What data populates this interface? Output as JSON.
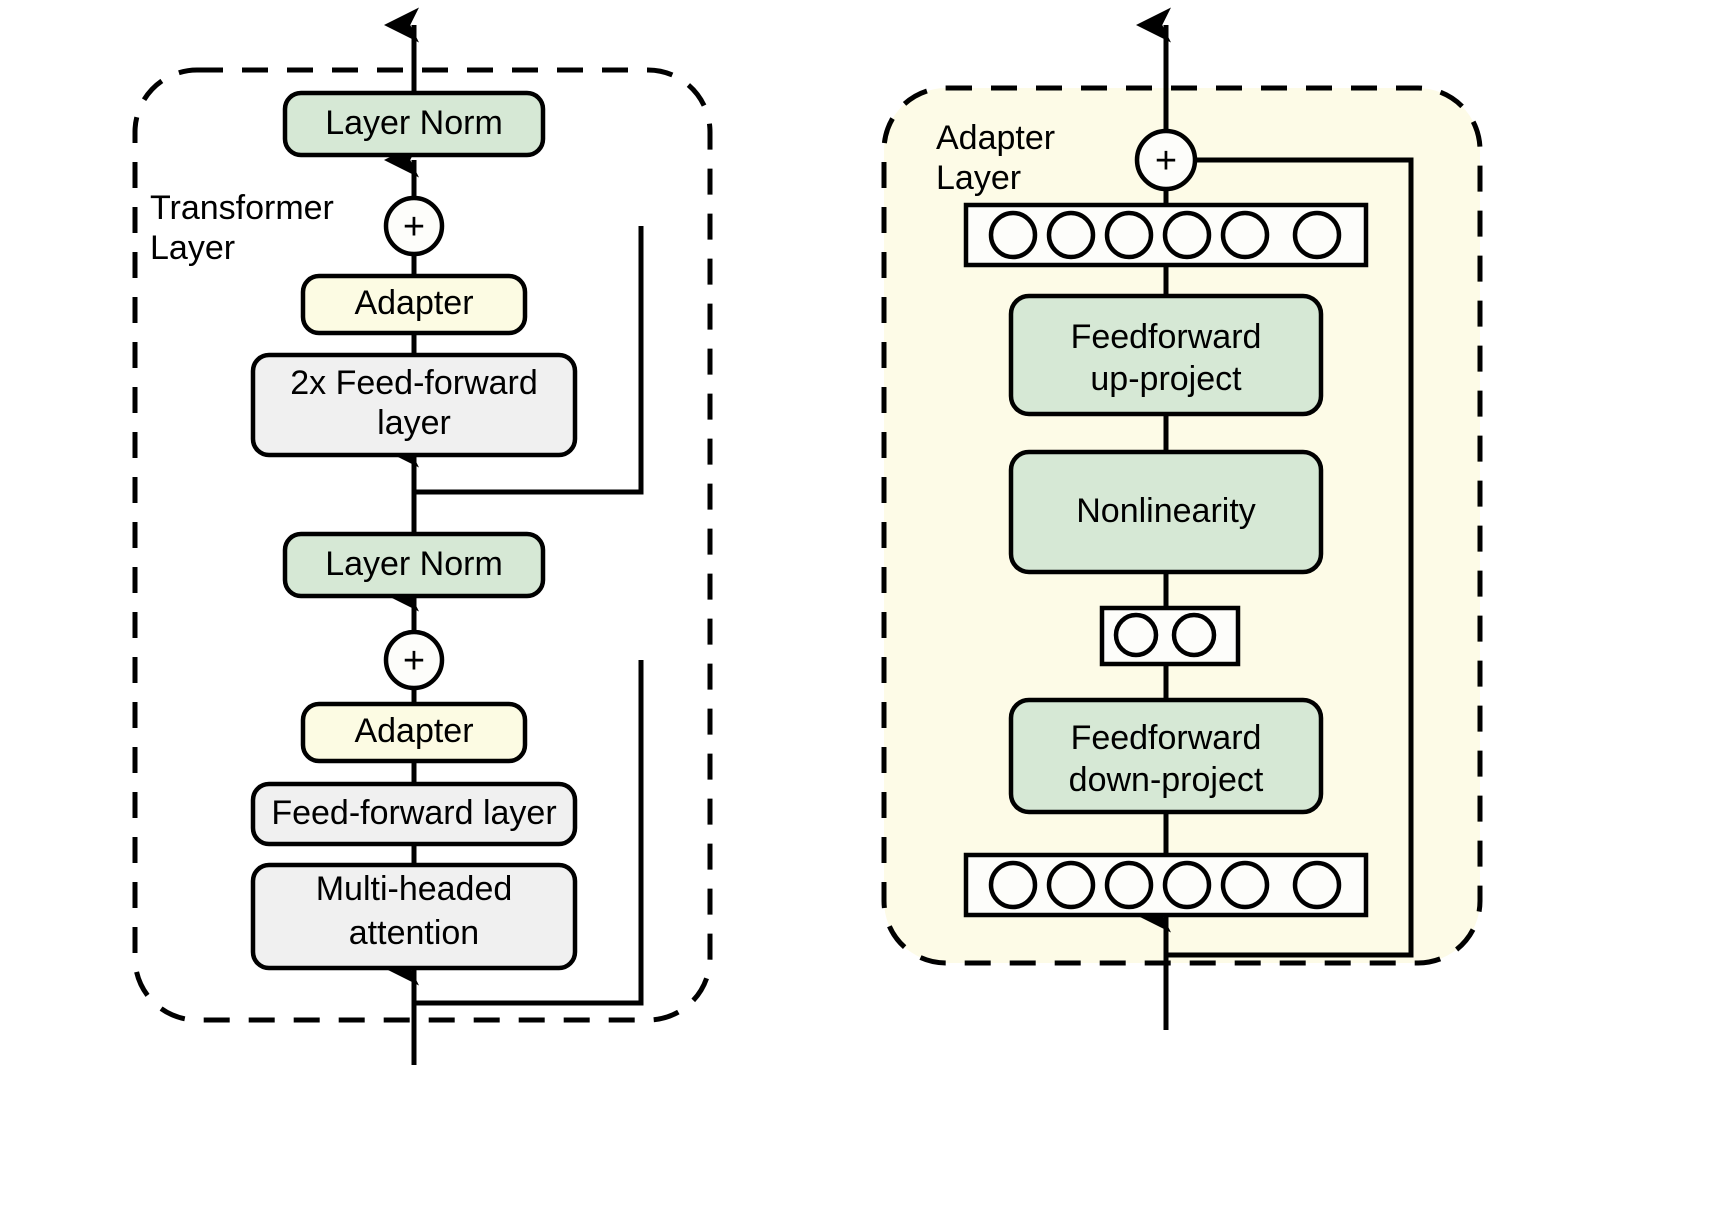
{
  "figure": {
    "type": "diagram",
    "description": "Adapter architecture diagram: Transformer layer with adapter modules (left) and internal structure of an adapter layer (right)"
  },
  "colors": {
    "green_block": "#d6e8d5",
    "cream_block": "#fcfbe3",
    "gray_block": "#f0f0f0",
    "white_block": "#fdfdfa",
    "adapter_panel_bg": "#fdfbe7",
    "stroke": "#000000",
    "page_bg": "#ffffff"
  },
  "left_panel": {
    "group_label": "Transformer\nLayer",
    "blocks": [
      {
        "id": "layer-norm-top",
        "label": "Layer Norm",
        "style": "green"
      },
      {
        "id": "sum-top",
        "label": "+",
        "style": "circle"
      },
      {
        "id": "adapter-top",
        "label": "Adapter",
        "style": "cream"
      },
      {
        "id": "feed-forward-2x",
        "label": "2x Feed-forward layer",
        "style": "gray"
      },
      {
        "id": "layer-norm-bottom",
        "label": "Layer Norm",
        "style": "green"
      },
      {
        "id": "sum-bottom",
        "label": "+",
        "style": "circle"
      },
      {
        "id": "adapter-bottom",
        "label": "Adapter",
        "style": "cream"
      },
      {
        "id": "feed-forward-layer",
        "label": "Feed-forward layer",
        "style": "gray"
      },
      {
        "id": "multi-headed-attention",
        "label": "Multi-headed attention",
        "style": "gray"
      }
    ]
  },
  "right_panel": {
    "group_label": "Adapter\nLayer",
    "blocks": [
      {
        "id": "sum-adapter",
        "label": "+",
        "style": "circle"
      },
      {
        "id": "output-units",
        "label": "",
        "style": "unit-row",
        "unit_count": 6
      },
      {
        "id": "feedforward-up-project",
        "label": "Feedforward up-project",
        "style": "green"
      },
      {
        "id": "nonlinearity",
        "label": "Nonlinearity",
        "style": "green"
      },
      {
        "id": "bottleneck-units",
        "label": "",
        "style": "unit-row",
        "unit_count": 2
      },
      {
        "id": "feedforward-down-project",
        "label": "Feedforward down-project",
        "style": "green"
      },
      {
        "id": "input-units",
        "label": "",
        "style": "unit-row",
        "unit_count": 6
      }
    ]
  },
  "labels": {
    "layer_norm": "Layer Norm",
    "adapter": "Adapter",
    "feed_forward_2x_line1": "2x Feed-forward",
    "feed_forward_2x_line2": "layer",
    "feed_forward_layer": "Feed-forward layer",
    "multi_headed_line1": "Multi-headed",
    "multi_headed_line2": "attention",
    "feedforward_line1": "Feedforward",
    "up_project": "up-project",
    "down_project": "down-project",
    "nonlinearity": "Nonlinearity",
    "plus": "+",
    "transformer_layer": "Transformer\nLayer",
    "adapter_layer": "Adapter\nLayer"
  }
}
